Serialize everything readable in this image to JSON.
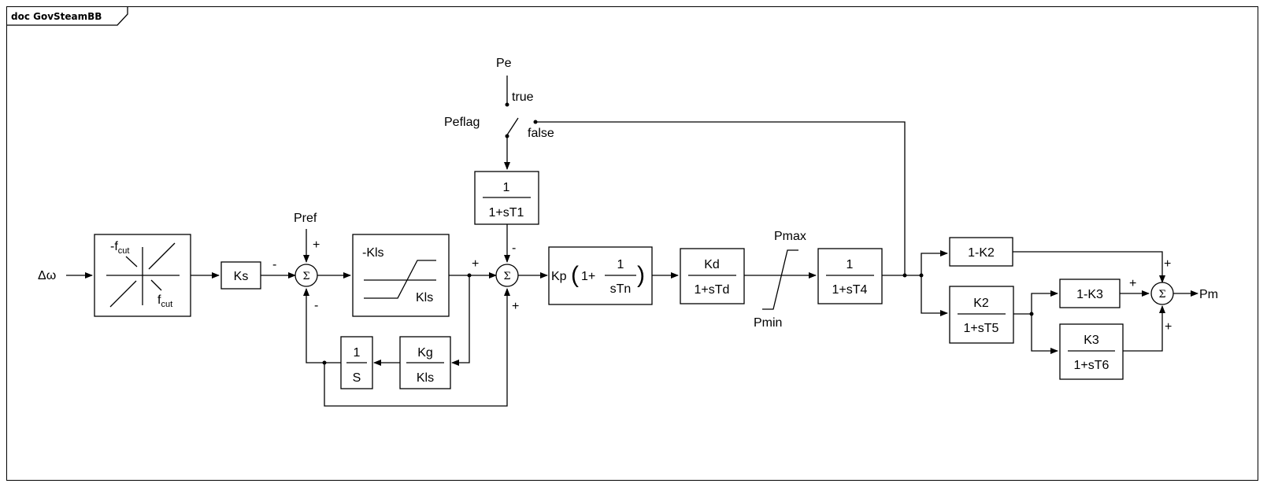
{
  "frame_tab": "doc GovSteamBB",
  "signals": {
    "input": "Δω",
    "pe": "Pe",
    "pref": "Pref",
    "peflag": "Peflag",
    "true_label": "true",
    "false_label": "false",
    "pmax": "Pmax",
    "pmin": "Pmin",
    "output": "Pm"
  },
  "blocks": {
    "deadband_top": "-f",
    "deadband_bottom": "f",
    "deadband_sub": "cut",
    "ks": "Ks",
    "limiter_top": "-Kls",
    "limiter_bottom": "Kls",
    "t1_num": "1",
    "t1_den": "1+sT1",
    "pi_gain": "Kp",
    "pi_one": "1+",
    "pi_num": "1",
    "pi_den": "sTn",
    "td_num": "Kd",
    "td_den": "1+sTd",
    "t4_num": "1",
    "t4_den": "1+sT4",
    "k2c": "1-K2",
    "t5_num": "K2",
    "t5_den": "1+sT5",
    "k3c": "1-K3",
    "t6_num": "K3",
    "t6_den": "1+sT6",
    "int_num": "1",
    "int_den": "S",
    "kg_num": "Kg",
    "kg_den": "Kls"
  },
  "sum_symbol": "Σ",
  "signs": {
    "plus": "+",
    "minus": "-"
  }
}
